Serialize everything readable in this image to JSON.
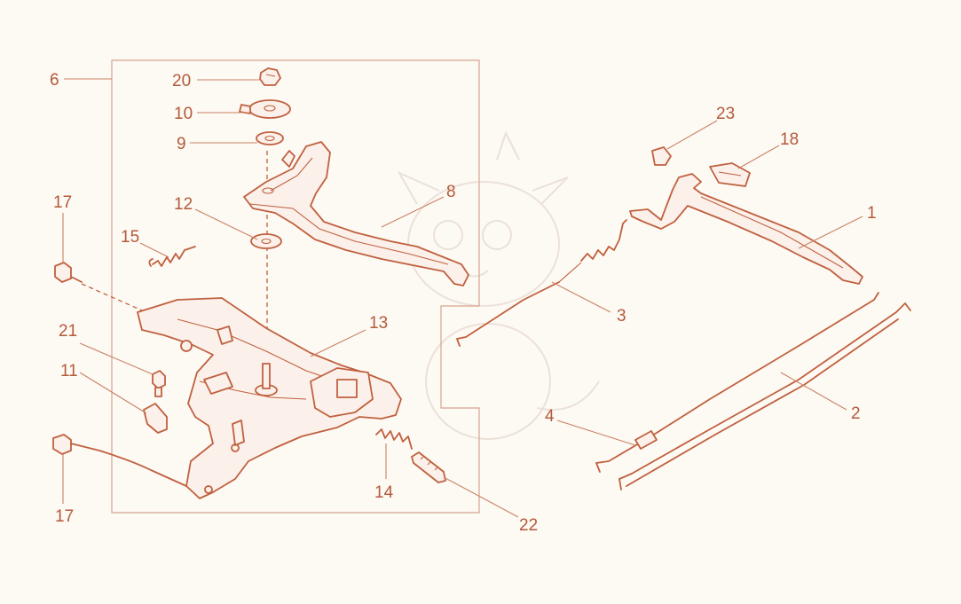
{
  "labels": {
    "p1": "1",
    "p2": "2",
    "p3": "3",
    "p4": "4",
    "p6": "6",
    "p8": "8",
    "p9": "9",
    "p10": "10",
    "p11": "11",
    "p12": "12",
    "p13": "13",
    "p14": "14",
    "p15": "15",
    "p17a": "17",
    "p17b": "17",
    "p18": "18",
    "p20": "20",
    "p21": "21",
    "p22": "22",
    "p23": "23"
  },
  "colors": {
    "line": "#c0603f",
    "text": "#b35a3a",
    "background": "#fdf9f3"
  }
}
